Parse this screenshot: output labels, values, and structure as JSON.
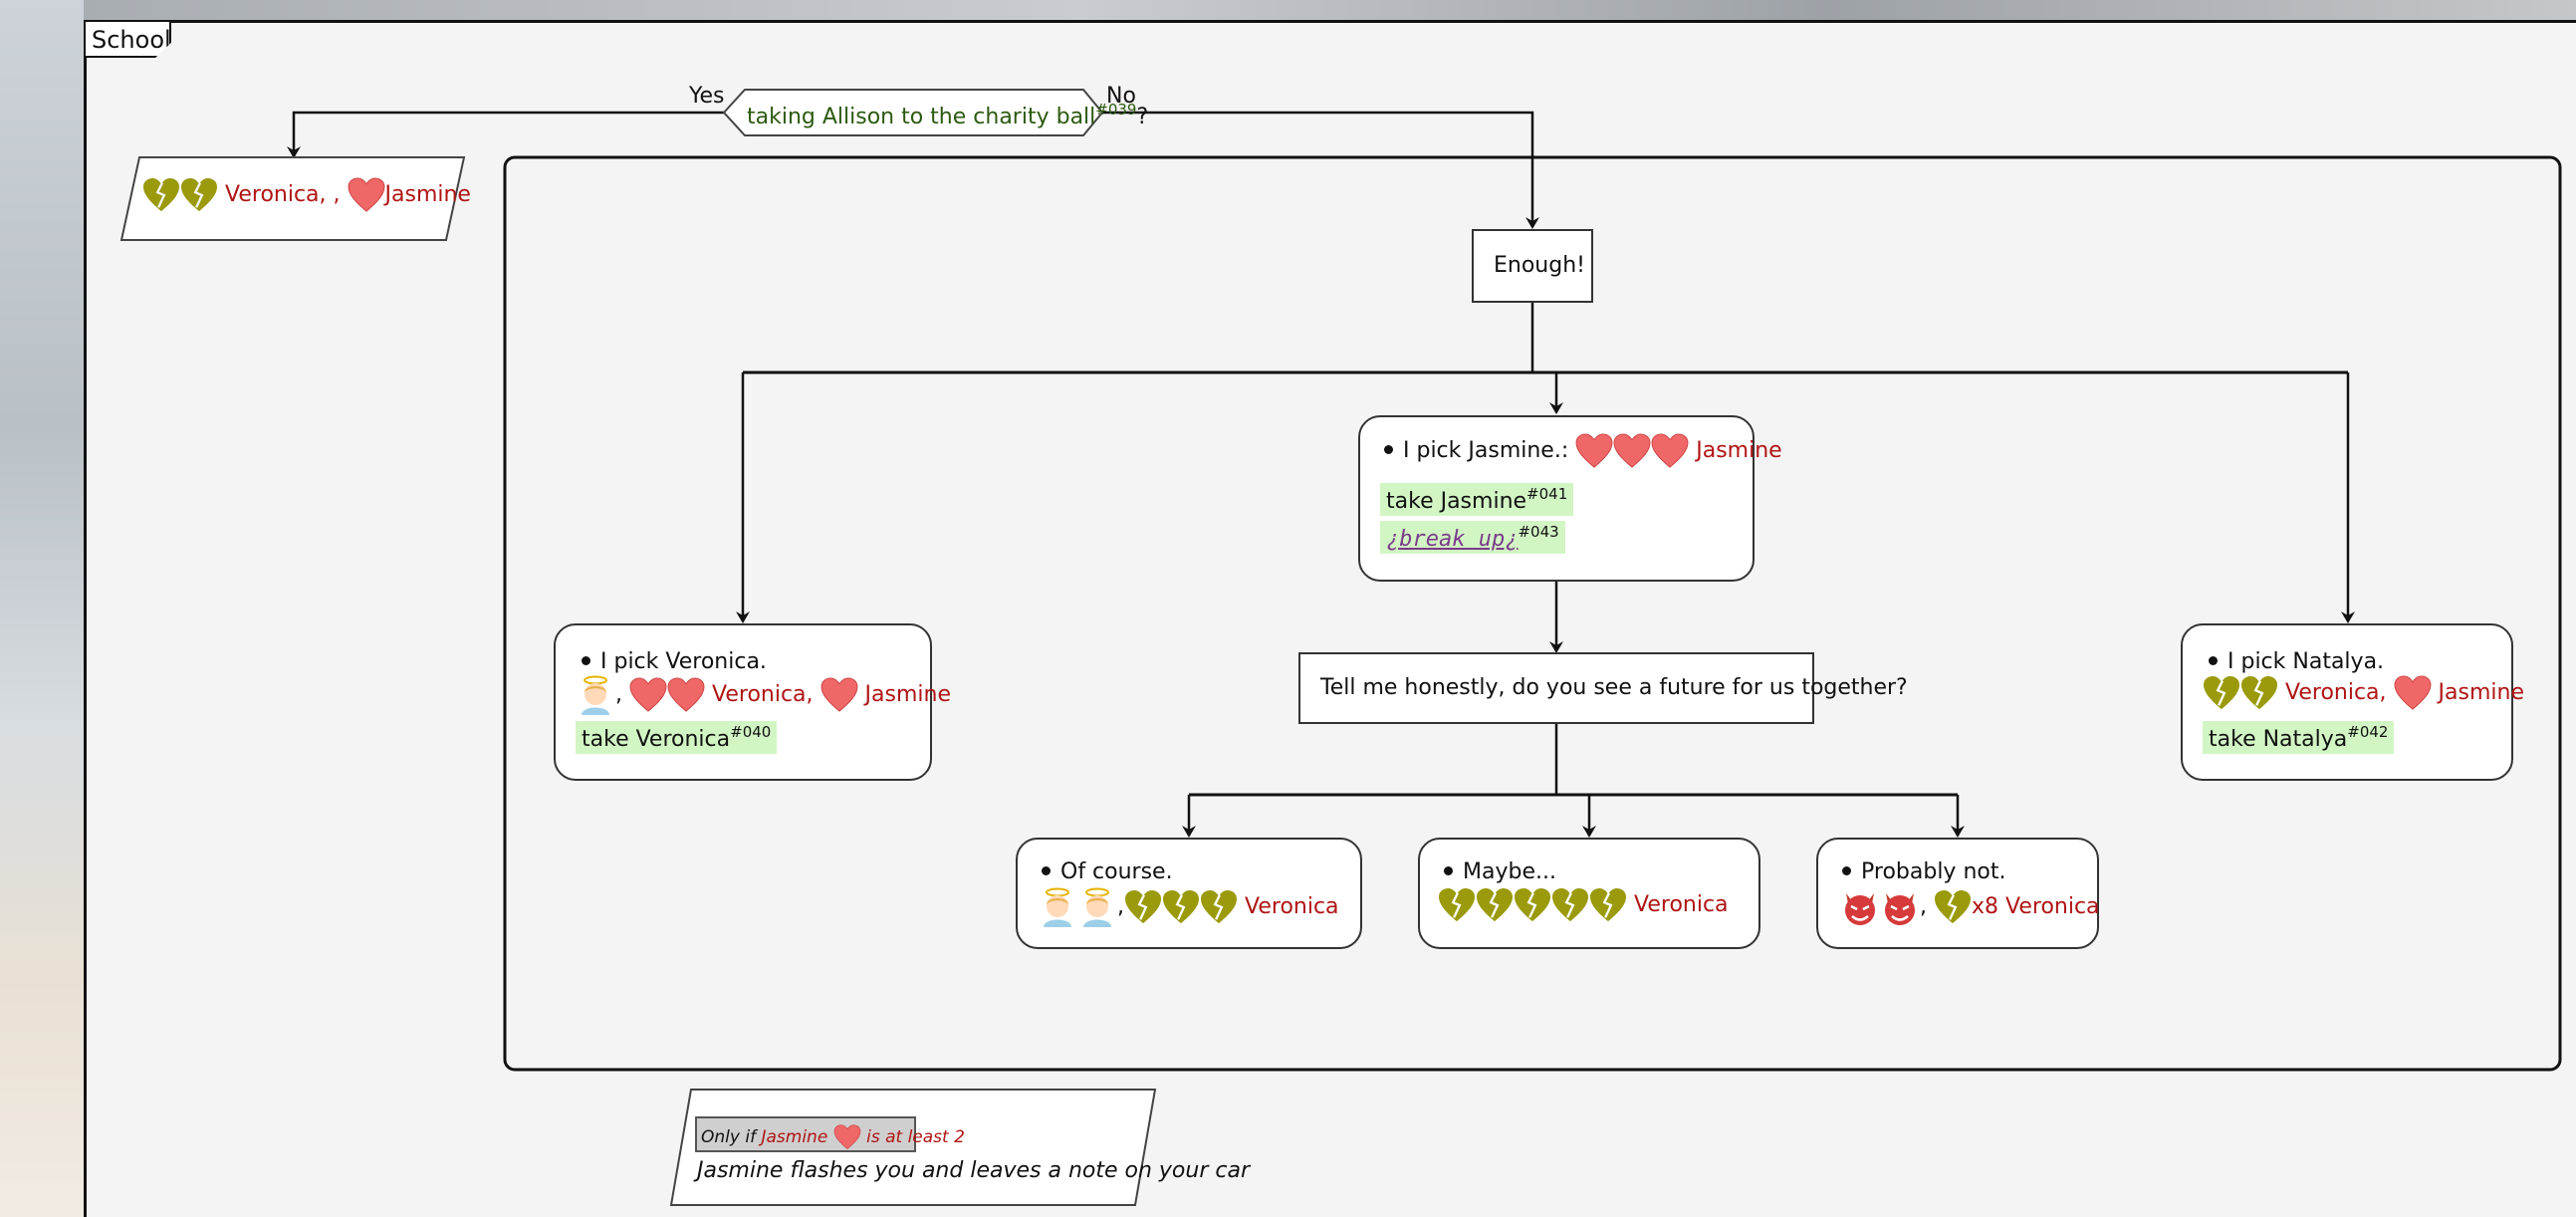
{
  "swimlane": {
    "title": "School"
  },
  "decision": {
    "label": "taking Allison to the charity ball",
    "ref": "#039",
    "suffix": "?",
    "yes": "Yes",
    "no": "No"
  },
  "yes_outcome": {
    "name1": "Veronica",
    "sep": ", ,",
    "name2": "Jasmine"
  },
  "enough": {
    "label": "Enough!"
  },
  "pick_jasmine": {
    "title": "I pick Jasmine.:",
    "name": "Jasmine",
    "action": "take Jasmine",
    "action_ref": "#041",
    "link": "¿break up¿",
    "link_ref": "#043"
  },
  "pick_veronica": {
    "title": "I pick Veronica.",
    "sep": ",",
    "name1": "Veronica",
    "sep2": ",",
    "name2": "Jasmine",
    "action": "take Veronica",
    "action_ref": "#040"
  },
  "pick_natalya": {
    "title": "I pick Natalya.",
    "name1": "Veronica",
    "sep": ",",
    "name2": "Jasmine",
    "action": "take Natalya",
    "action_ref": "#042"
  },
  "question": {
    "label": "Tell me honestly, do you see a future for us together?"
  },
  "answer_course": {
    "title": "Of course.",
    "sep": ",",
    "name": "Veronica"
  },
  "answer_maybe": {
    "title": "Maybe...",
    "name": "Veronica"
  },
  "answer_not": {
    "title": "Probably not.",
    "sep": ",",
    "mult": "x8 Veronica"
  },
  "condition": {
    "prefix": "Only if",
    "name": "Jasmine",
    "suffix": "is at least 2"
  },
  "note": {
    "text": "Jasmine flashes you and leaves a note on your car"
  },
  "colors": {
    "heart": "#f06767",
    "broken_heart": "#9a9a0c",
    "name": "#b01414",
    "highlight": "#d2f5c4"
  }
}
